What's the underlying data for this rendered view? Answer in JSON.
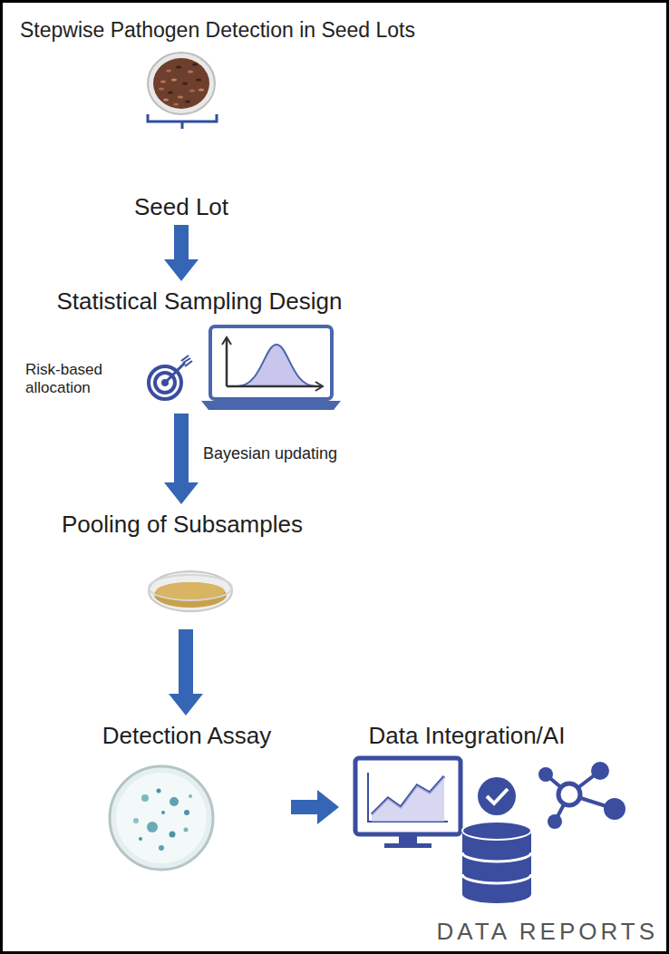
{
  "diagram": {
    "title": "Stepwise Pathogen Detection in Seed Lots",
    "nodes": [
      {
        "text": [
          "Seed Lot"
        ]
      },
      {
        "text": [
          "Statistical Sampling Design"
        ]
      },
      {
        "text": [
          "Pooling of Subsamples"
        ]
      },
      {
        "text": [
          "Detection Assay"
        ]
      },
      {
        "text": [
          "Data Integration/AI"
        ]
      }
    ],
    "edges": [
      {
        "from": 0,
        "to": 1,
        "arrow": "to"
      },
      {
        "from": 1,
        "to": 2,
        "arrow": "to"
      },
      {
        "from": 2,
        "to": 3,
        "arrow": "to"
      },
      {
        "from": 3,
        "to": 4,
        "arrow": "to"
      }
    ],
    "labels": [
      "Risk-based allocation",
      "Bayesian updating",
      "DATA REPORTS"
    ]
  }
}
